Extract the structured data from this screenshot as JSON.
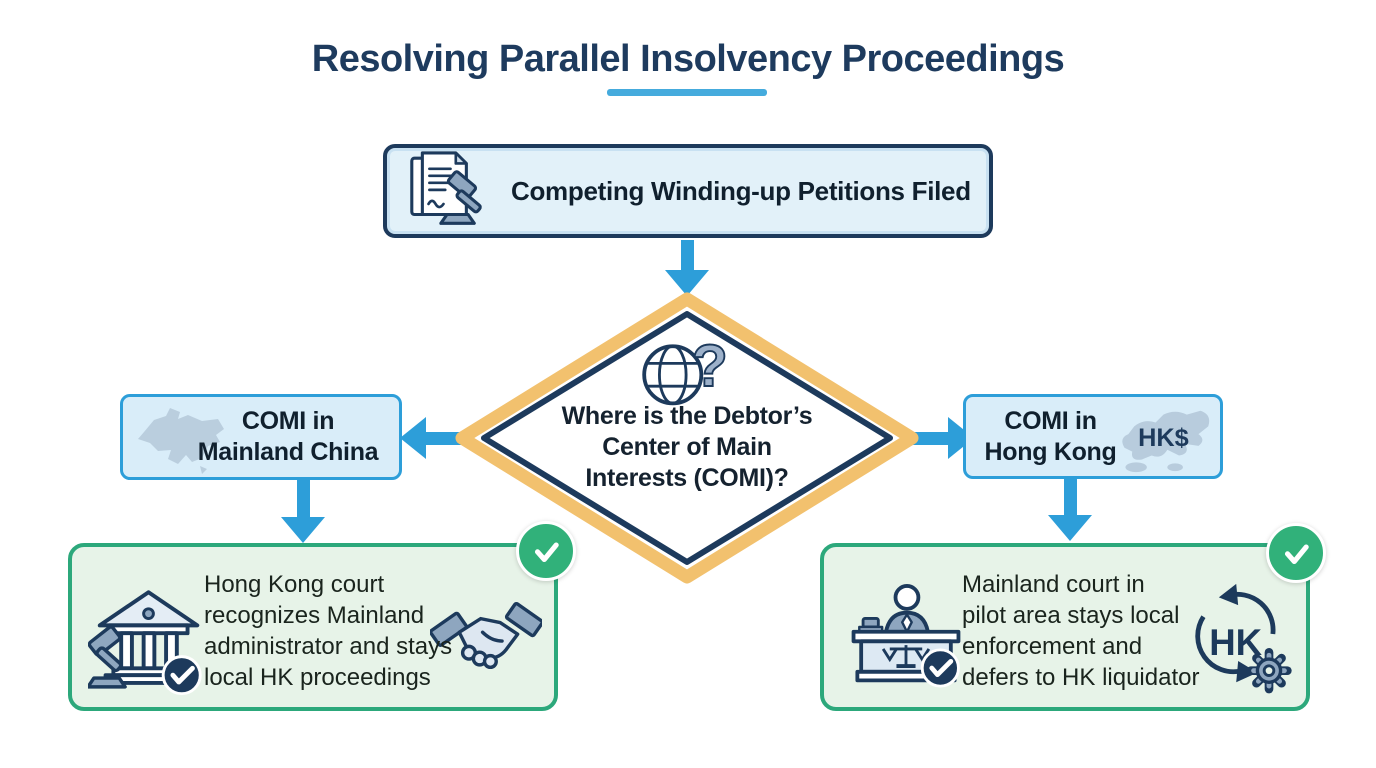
{
  "title": {
    "text": "Resolving Parallel Insolvency Proceedings"
  },
  "flow": {
    "start": {
      "label": "Competing Winding-up Petitions Filed"
    },
    "decision": {
      "lines": [
        "Where is the Debtor’s",
        "Center of Main",
        "Interests (COMI)?"
      ]
    },
    "branch_mainland": {
      "lines": [
        "COMI in",
        "Mainland China"
      ]
    },
    "branch_hongkong": {
      "lines": [
        "COMI in",
        "Hong Kong"
      ],
      "map_label": "HK$"
    },
    "outcome_mainland_comi": {
      "lines": [
        "Hong Kong court",
        "recognizes Mainland",
        "administrator and stays",
        "local HK proceedings"
      ]
    },
    "outcome_hongkong_comi": {
      "lines": [
        "Mainland court in",
        "pilot area stays local",
        "enforcement and",
        "defers to HK liquidator"
      ],
      "icon_label": "HK"
    }
  },
  "icons": {
    "start": "petition-gavel-icon",
    "decision": "globe-question-icon",
    "branch_mainland": "china-map-icon",
    "branch_hongkong": "hong-kong-map-icon",
    "outcome_left_primary": "courthouse-gavel-check-icon",
    "outcome_left_secondary": "handshake-icon",
    "outcome_right_primary": "judge-desk-check-icon",
    "outcome_right_secondary": "hk-transfer-gear-icon",
    "outcome_badge": "check-badge-icon"
  },
  "colors": {
    "title_navy": "#1e3b5e",
    "outline_navy": "#1d3a5c",
    "arrow_blue": "#2d9ed9",
    "underline_blue": "#45abdd",
    "start_box_fill": "#e2f1f9",
    "branch_box_fill": "#d9edf9",
    "diamond_orange": "#f2c16e",
    "outcome_green_border": "#2ca87b",
    "outcome_green_fill": "#e7f3e8",
    "badge_green": "#31b17a",
    "icon_steel_blue": "#8ea6bf",
    "map_silhouette": "#b5c9da"
  }
}
